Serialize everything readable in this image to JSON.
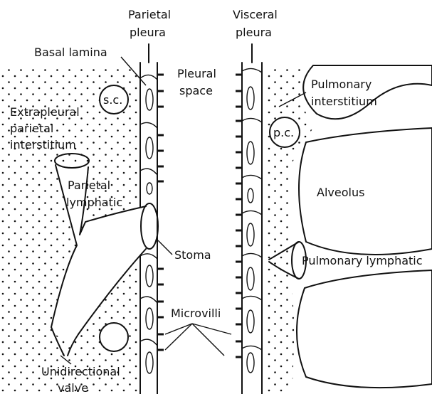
{
  "labels": {
    "parietal_pleura": [
      "Parietal",
      "pleura"
    ],
    "visceral_pleura": [
      "Visceral",
      "pleura"
    ],
    "basal_lamina": "Basal lamina",
    "pleural_space": [
      "Pleural",
      "space"
    ],
    "pulmonary_interstitium": [
      "Pulmonary",
      "interstitium"
    ],
    "sc": "s.c.",
    "pc": "p.c.",
    "extrapleural": [
      "Extrapleural",
      "parietal",
      "interstitium"
    ],
    "parietal_lymphatic": [
      "Parietal",
      "lymphatic"
    ],
    "alveolus": "Alveolus",
    "stoma": "Stoma",
    "pulmonary_lymphatic": "Pulmonary lymphatic",
    "microvilli": "Microvilli",
    "unidirectional_valve": [
      "Unidirectional",
      "valve"
    ]
  },
  "colors": {
    "ink": "#111111",
    "background": "#ffffff"
  }
}
